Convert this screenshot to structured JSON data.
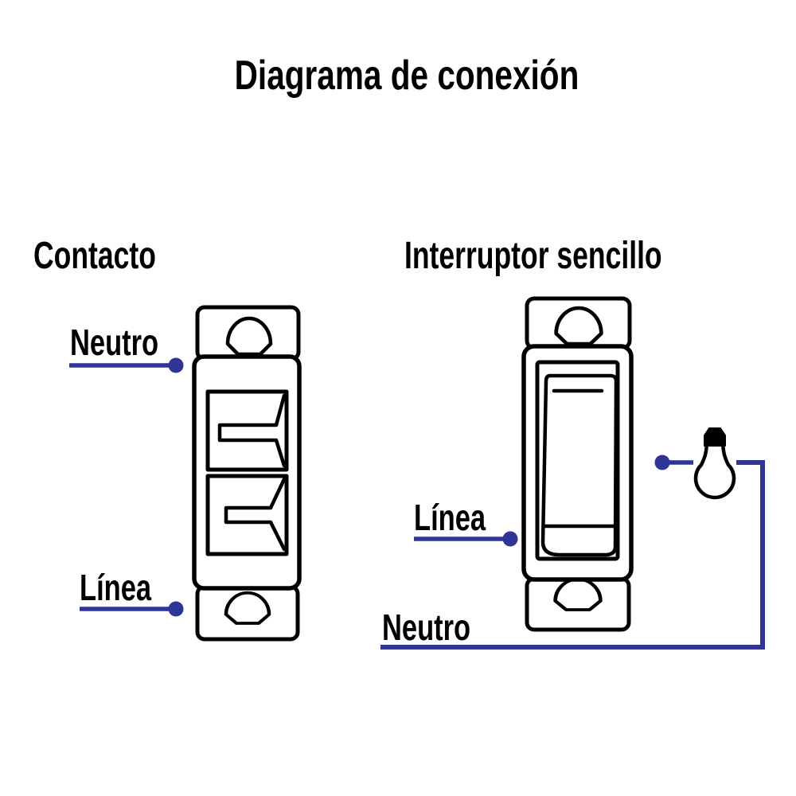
{
  "title": "Diagrama de conexión",
  "sections": {
    "contact": {
      "label": "Contacto",
      "neutral_wire_label": "Neutro",
      "line_wire_label": "Línea"
    },
    "switch": {
      "label": "Interruptor sencillo",
      "line_wire_label": "Línea",
      "neutral_wire_label": "Neutro"
    }
  },
  "icons": {
    "bulb": "light-bulb-icon",
    "terminal": "wire-terminal-dot"
  },
  "colors": {
    "wire_blue": "#2E3597",
    "outline_black": "#000000",
    "background": "#FFFFFF"
  }
}
